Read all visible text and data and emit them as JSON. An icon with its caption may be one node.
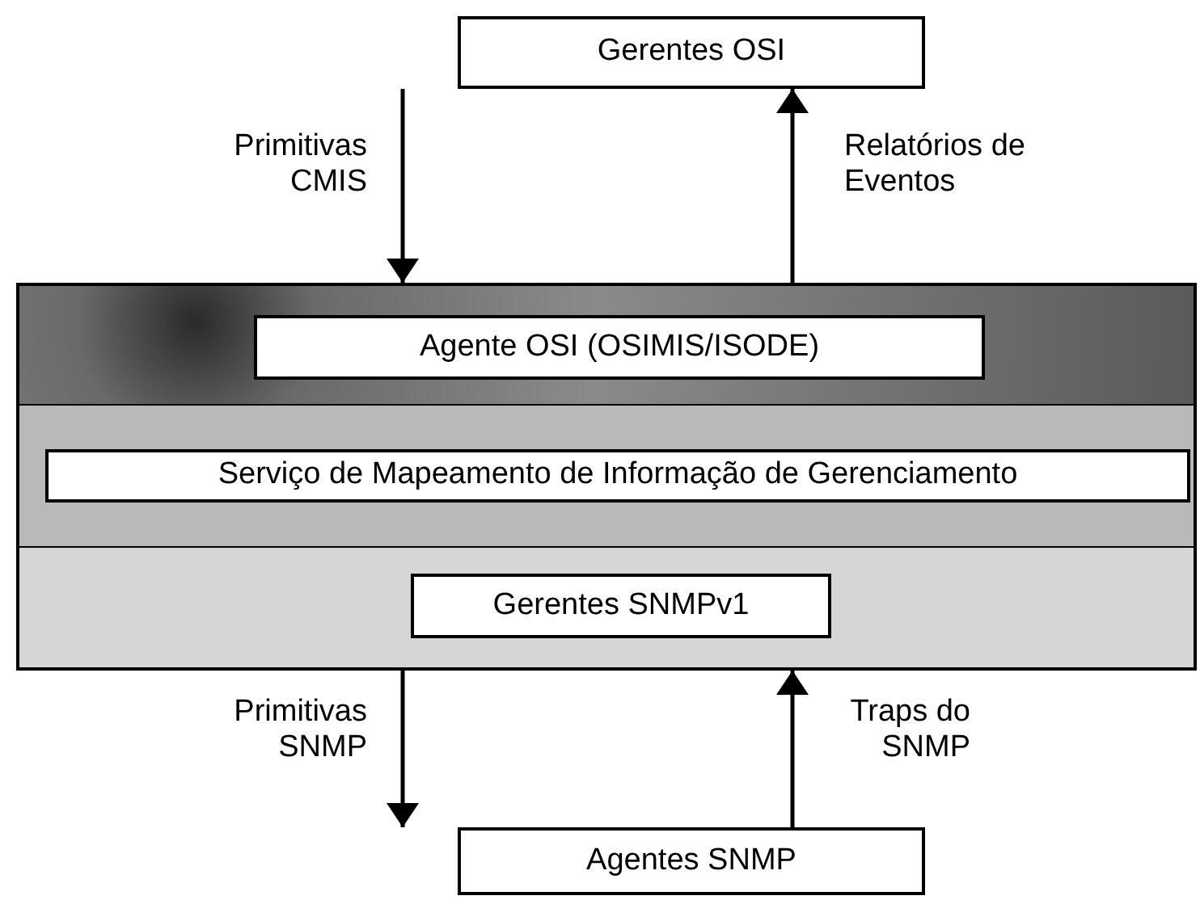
{
  "diagram": {
    "nodes": [
      {
        "text": [
          "Gerentes OSI"
        ]
      },
      {
        "text": [],
        "shape": "band"
      },
      {
        "text": [
          "Agente OSI (OSIMIS/ISODE)"
        ],
        "in": 1
      },
      {
        "text": [],
        "shape": "band"
      },
      {
        "text": [
          "Serviço de Mapeamento de Informação de Gerenciamento"
        ],
        "in": 3
      },
      {
        "text": [],
        "shape": "band"
      },
      {
        "text": [
          "Gerentes SNMPv1"
        ],
        "in": 5
      },
      {
        "text": [
          "Agentes SNMP"
        ]
      }
    ],
    "edges": [
      {
        "from": 0,
        "to": 1,
        "arrow": "to",
        "label": "Primitivas CMIS"
      },
      {
        "from": 1,
        "to": 0,
        "arrow": "to",
        "label": "Relatórios de Eventos"
      },
      {
        "from": 5,
        "to": 7,
        "arrow": "to",
        "label": "Primitivas SNMP"
      },
      {
        "from": 7,
        "to": 5,
        "arrow": "to",
        "label": "Traps do SNMP"
      }
    ]
  }
}
